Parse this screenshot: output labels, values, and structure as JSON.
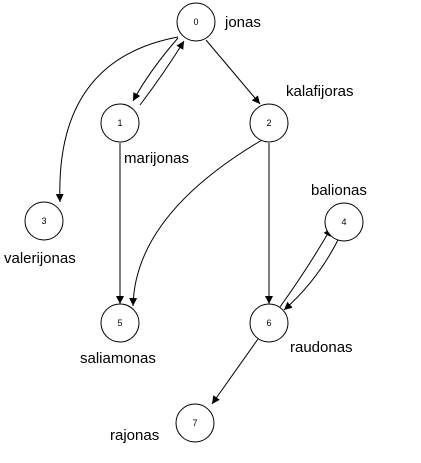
{
  "graph": {
    "nodes": [
      {
        "id": "0",
        "label": "jonas"
      },
      {
        "id": "1",
        "label": "marijonas"
      },
      {
        "id": "2",
        "label": "kalafijoras"
      },
      {
        "id": "3",
        "label": "valerijonas"
      },
      {
        "id": "4",
        "label": "balionas"
      },
      {
        "id": "5",
        "label": "saliamonas"
      },
      {
        "id": "6",
        "label": "raudonas"
      },
      {
        "id": "7",
        "label": "rajonas"
      }
    ],
    "edges": [
      {
        "from": "0",
        "to": "1"
      },
      {
        "from": "1",
        "to": "0"
      },
      {
        "from": "0",
        "to": "2"
      },
      {
        "from": "0",
        "to": "3"
      },
      {
        "from": "1",
        "to": "5"
      },
      {
        "from": "2",
        "to": "5"
      },
      {
        "from": "2",
        "to": "6"
      },
      {
        "from": "6",
        "to": "4"
      },
      {
        "from": "4",
        "to": "6"
      },
      {
        "from": "6",
        "to": "7"
      }
    ]
  }
}
